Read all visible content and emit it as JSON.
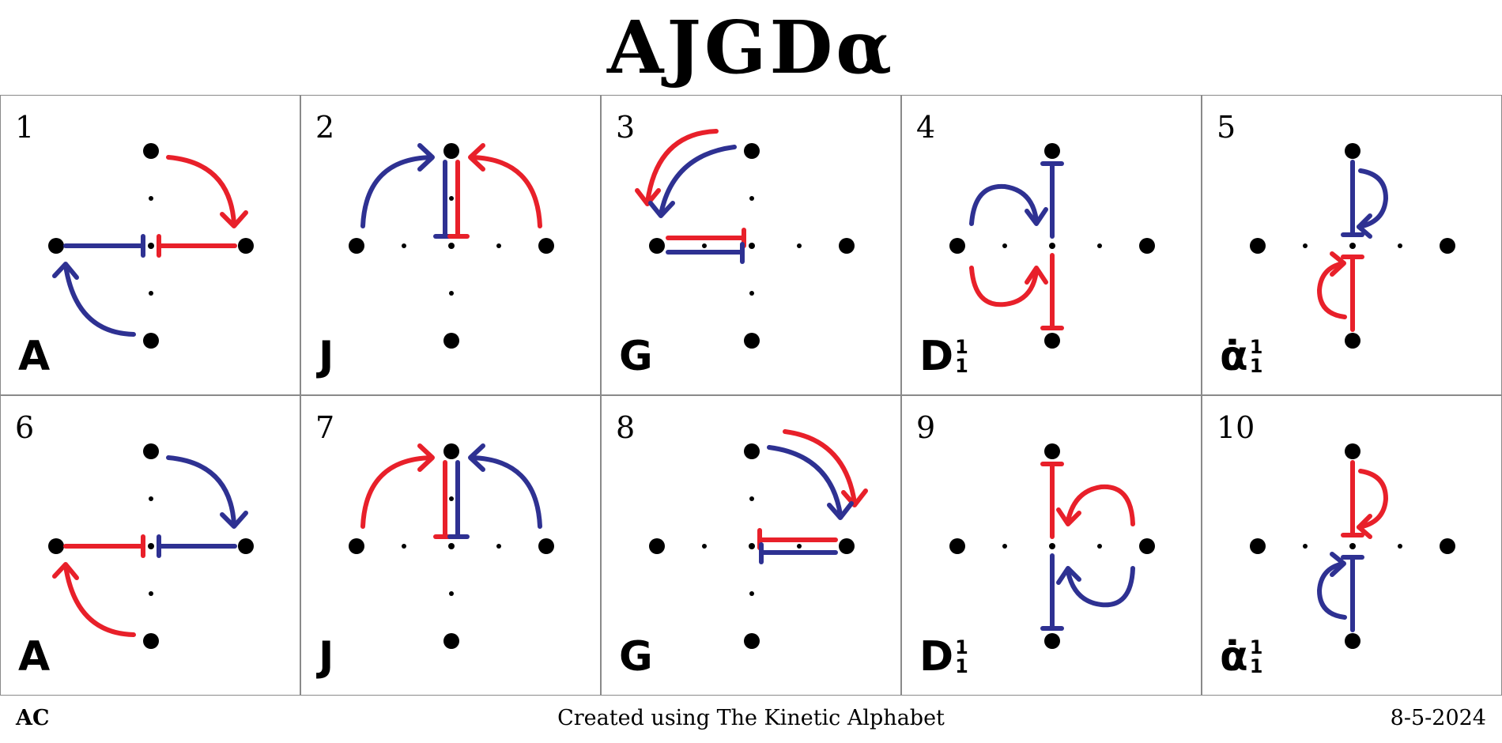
{
  "title": "AJGDα",
  "colors": {
    "red": "#e8202a",
    "blue": "#2e3192",
    "black": "#000000",
    "grid_border": "#8a8a8a"
  },
  "panels": [
    {
      "number": "1",
      "letter": "A",
      "sup": "",
      "sub": ""
    },
    {
      "number": "2",
      "letter": "J",
      "sup": "",
      "sub": ""
    },
    {
      "number": "3",
      "letter": "G",
      "sup": "",
      "sub": ""
    },
    {
      "number": "4",
      "letter": "D",
      "sup": "1",
      "sub": "1"
    },
    {
      "number": "5",
      "letter": "α̇",
      "sup": "1",
      "sub": "1"
    },
    {
      "number": "6",
      "letter": "A",
      "sup": "",
      "sub": ""
    },
    {
      "number": "7",
      "letter": "J",
      "sup": "",
      "sub": ""
    },
    {
      "number": "8",
      "letter": "G",
      "sup": "",
      "sub": ""
    },
    {
      "number": "9",
      "letter": "D",
      "sup": "1",
      "sub": "1"
    },
    {
      "number": "10",
      "letter": "α̇",
      "sup": "1",
      "sub": "1"
    }
  ],
  "footer": {
    "author": "AC",
    "credit": "Created using The Kinetic Alphabet",
    "date": "8-5-2024"
  }
}
